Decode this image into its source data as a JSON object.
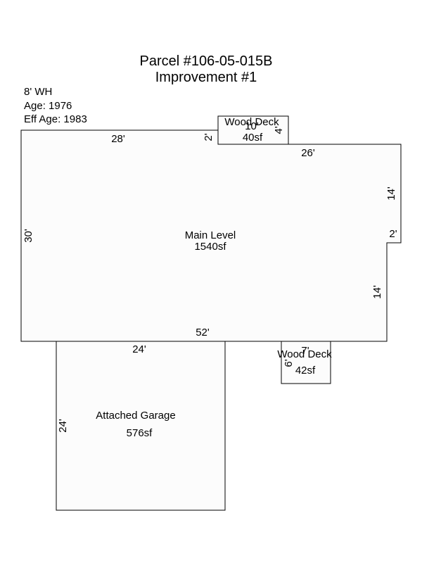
{
  "header": {
    "title_line1": "Parcel #106-05-015B",
    "title_line2": "Improvement #1"
  },
  "info": {
    "wall_height": "8' WH",
    "age": "Age: 1976",
    "eff_age": "Eff Age: 1983"
  },
  "areas": {
    "main": {
      "name": "Main Level",
      "area": "1540sf"
    },
    "garage": {
      "name": "Attached Garage",
      "area": "576sf"
    },
    "deck_top": {
      "name": "Wood Deck",
      "area": "40sf"
    },
    "deck_bottom": {
      "name": "Wood Deck",
      "area": "42sf"
    }
  },
  "dimensions": {
    "main_top_left": "28'",
    "main_step_down": "2'",
    "main_top_right": "26'",
    "main_right_upper": "14'",
    "main_right_jog": "2'",
    "main_right_lower": "14'",
    "main_left": "30'",
    "main_bottom": "52'",
    "garage_top": "24'",
    "garage_left": "24'",
    "deck_top_width": "10'",
    "deck_top_depth": "4'",
    "deck_bottom_width": "7'",
    "deck_bottom_depth": "6'"
  }
}
